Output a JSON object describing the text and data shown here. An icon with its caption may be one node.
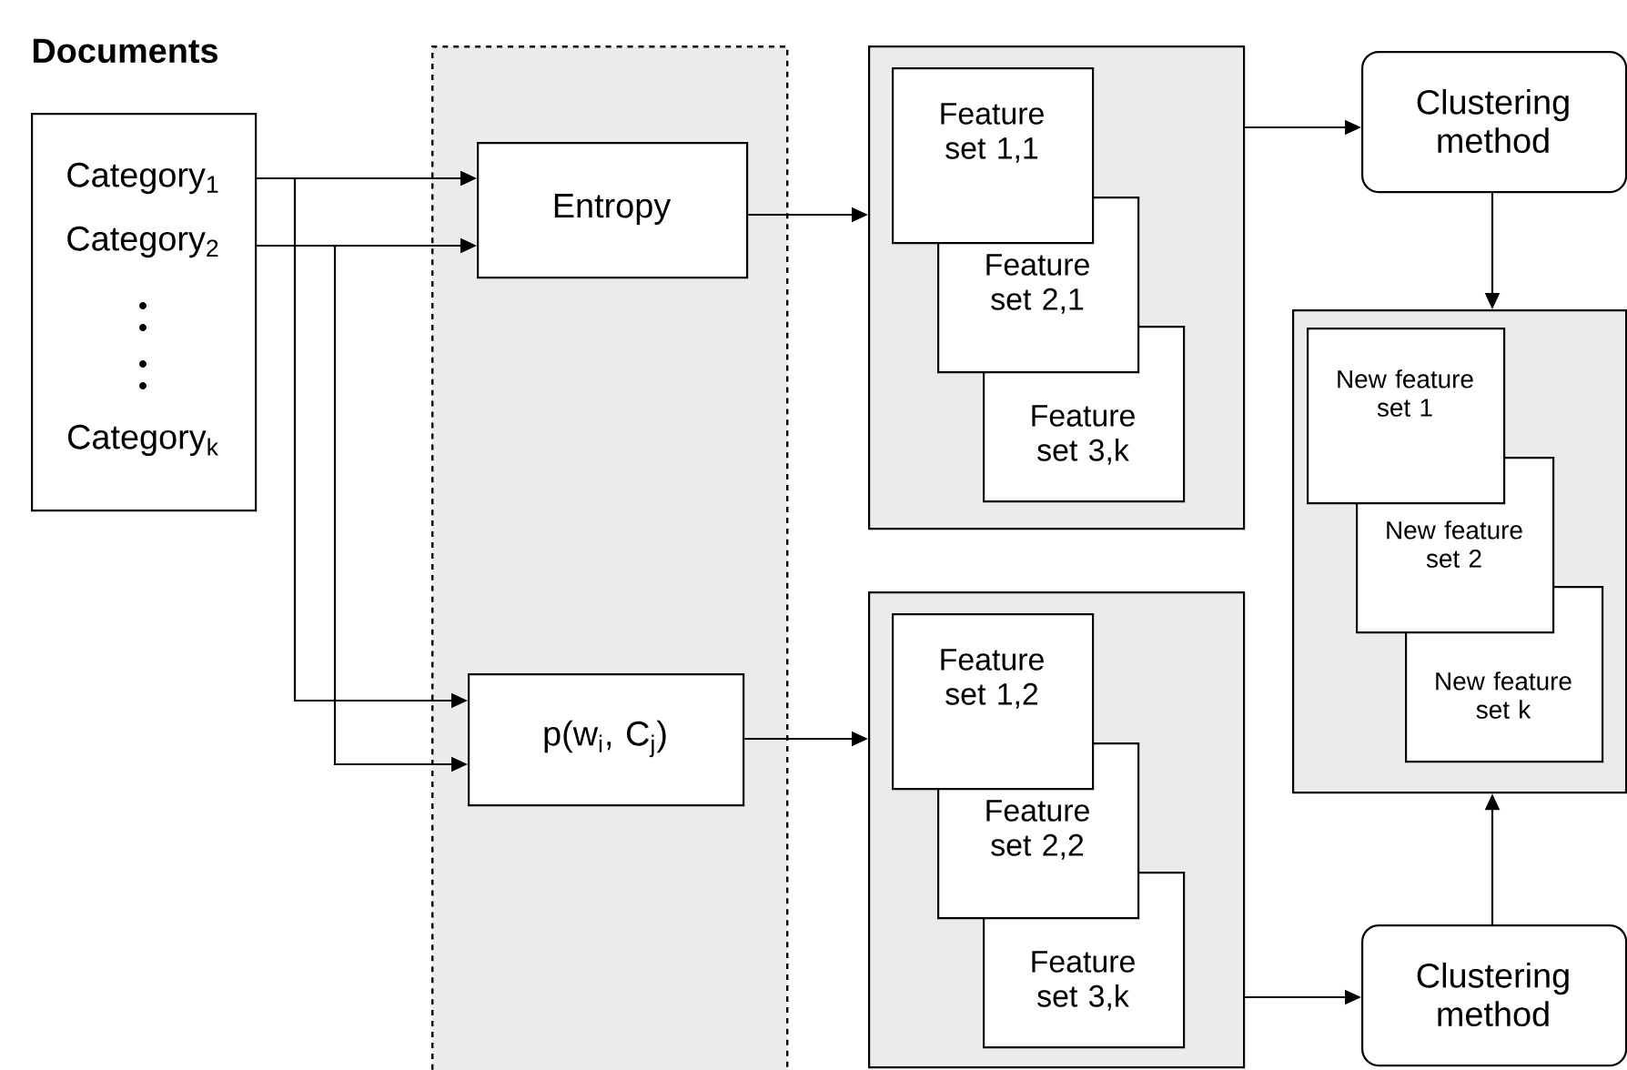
{
  "diagram": {
    "nodes": [
      {
        "text": [
          "Documents",
          "Category$_{1}$",
          "Category$_{2}$",
          "Category$_{k}$"
        ]
      },
      {
        "text": [],
        "shape": "box"
      },
      {
        "text": [
          "Entropy"
        ],
        "in": 1
      },
      {
        "text": [
          "p(w$_{i}$, C$_{j}$)"
        ],
        "in": 1
      },
      {
        "text": [],
        "shape": "box"
      },
      {
        "text": [
          "Feature set 1,1"
        ],
        "in": 4
      },
      {
        "text": [
          "Feature set 2,1"
        ],
        "in": 4
      },
      {
        "text": [
          "Feature set 3,k"
        ],
        "in": 4
      },
      {
        "text": [],
        "shape": "box"
      },
      {
        "text": [
          "Feature set 1,2"
        ],
        "in": 8
      },
      {
        "text": [
          "Feature set 2,2"
        ],
        "in": 8
      },
      {
        "text": [
          "Feature set 3,k"
        ],
        "in": 8
      },
      {
        "text": [
          "Clustering method"
        ]
      },
      {
        "text": [],
        "shape": "box"
      },
      {
        "text": [
          "New feature set 1"
        ],
        "in": 13
      },
      {
        "text": [
          "New feature set 2"
        ],
        "in": 13
      },
      {
        "text": [
          "New feature set k"
        ],
        "in": 13
      },
      {
        "text": [
          "Clustering method"
        ]
      }
    ],
    "edges": [
      {
        "from": 0,
        "to": 2,
        "arrow": "to"
      },
      {
        "from": 0,
        "to": 2,
        "arrow": "to"
      },
      {
        "from": 0,
        "to": 3,
        "arrow": "to"
      },
      {
        "from": 0,
        "to": 3,
        "arrow": "to"
      },
      {
        "from": 2,
        "to": 4,
        "arrow": "to"
      },
      {
        "from": 3,
        "to": 8,
        "arrow": "to"
      },
      {
        "from": 4,
        "to": 12,
        "arrow": "to"
      },
      {
        "from": 12,
        "to": 13,
        "arrow": "to"
      },
      {
        "from": 8,
        "to": 17,
        "arrow": "to"
      },
      {
        "from": 17,
        "to": 13,
        "arrow": "to"
      }
    ]
  }
}
